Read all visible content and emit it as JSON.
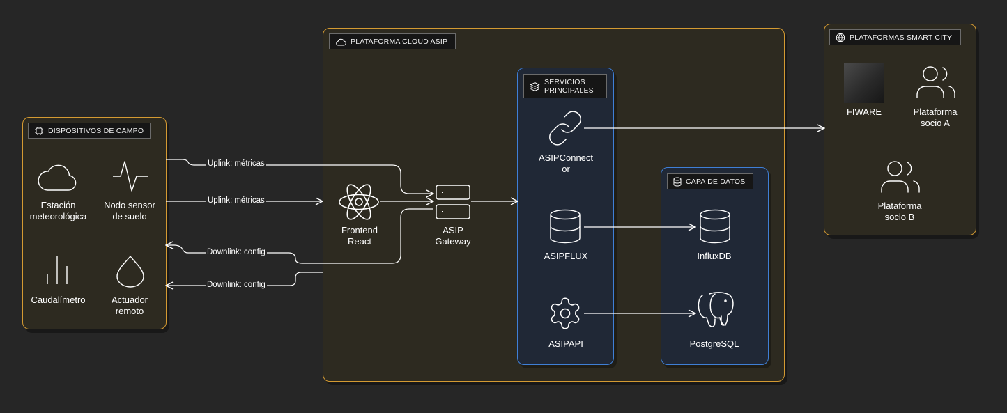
{
  "groups": {
    "field": {
      "title": "DISPOSITIVOS DE CAMPO"
    },
    "cloud": {
      "title": "PLATAFORMA CLOUD ASIP"
    },
    "services": {
      "title_line1": "SERVICIOS",
      "title_line2": "PRINCIPALES"
    },
    "data_layer": {
      "title": "CAPA DE DATOS"
    },
    "smart_city": {
      "title": "PLATAFORMAS SMART CITY"
    }
  },
  "nodes": {
    "weather_station": {
      "line1": "Estación",
      "line2": "meteorológica"
    },
    "soil_sensor": {
      "line1": "Nodo sensor",
      "line2": "de suelo"
    },
    "flowmeter": {
      "line1": "Caudalímetro"
    },
    "actuator": {
      "line1": "Actuador",
      "line2": "remoto"
    },
    "frontend": {
      "line1": "Frontend",
      "line2": "React"
    },
    "gateway": {
      "line1": "ASIP",
      "line2": "Gateway"
    },
    "asipconnector": {
      "line1": "ASIPConnect",
      "line2": "or"
    },
    "asipflux": {
      "line1": "ASIPFLUX"
    },
    "asipapi": {
      "line1": "ASIPAPI"
    },
    "influxdb": {
      "line1": "InfluxDB"
    },
    "postgresql": {
      "line1": "PostgreSQL"
    },
    "fiware": {
      "line1": "FIWARE"
    },
    "partner_a": {
      "line1": "Plataforma",
      "line2": "socio A"
    },
    "partner_b": {
      "line1": "Plataforma",
      "line2": "socio B"
    }
  },
  "edges": {
    "uplink1": "Uplink: métricas",
    "uplink2": "Uplink: métricas",
    "downlink1": "Downlink: config",
    "downlink2": "Downlink: config"
  },
  "colors": {
    "group_border": "#d49a32",
    "subgroup_border": "#3f7fd6",
    "background": "#262626"
  }
}
